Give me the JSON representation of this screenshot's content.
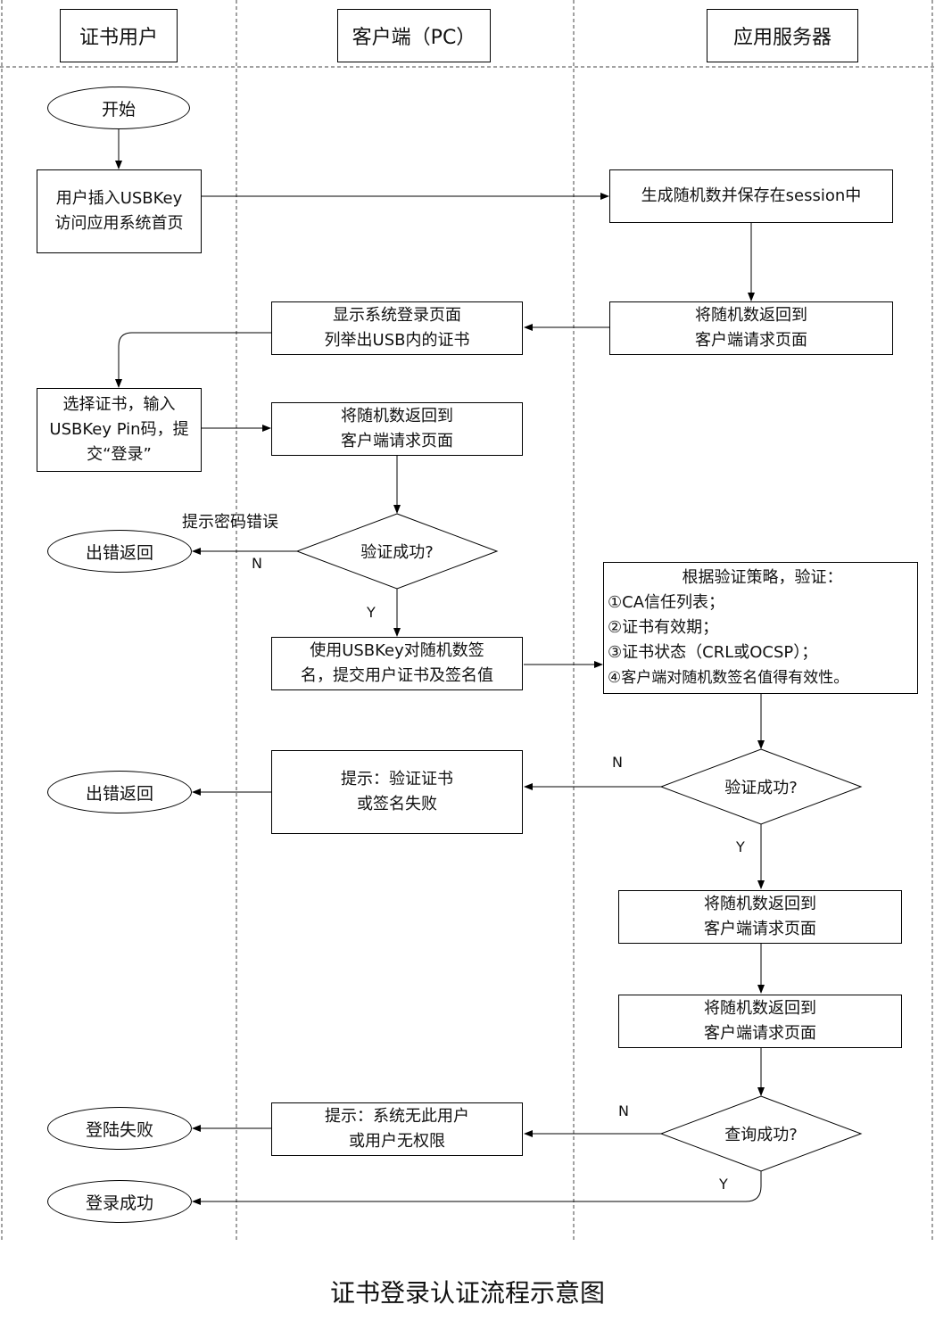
{
  "lanes": [
    "证书用户",
    "客户端（PC）",
    "应用服务器"
  ],
  "nodes": {
    "start": "开始",
    "insert_key": [
      "用户插入USBKey",
      "访问应用系统首页"
    ],
    "gen_random": "生成随机数并保存在session中",
    "return_random_1": [
      "将随机数返回到",
      "客户端请求页面"
    ],
    "show_login": [
      "显示系统登录页面",
      "列举出USB内的证书"
    ],
    "select_cert": [
      "选择证书，输入",
      "USBKey Pin码，提",
      "交“登录”"
    ],
    "return_random_2": [
      "将随机数返回到",
      "客户端请求页面"
    ],
    "decision_1": "验证成功?",
    "error_return_1": "出错返回",
    "sign": [
      "使用USBKey对随机数签",
      "名，提交用户证书及签名值"
    ],
    "verify_policy": [
      "根据验证策略，验证：",
      "①CA信任列表；",
      "②证书有效期；",
      "③证书状态（CRL或OCSP）；",
      "④客户端对随机数签名值得有效性。"
    ],
    "decision_2": "验证成功?",
    "tip_verify_fail": [
      "提示：验证证书",
      "或签名失败"
    ],
    "error_return_2": "出错返回",
    "return_random_3": [
      "将随机数返回到",
      "客户端请求页面"
    ],
    "return_random_4": [
      "将随机数返回到",
      "客户端请求页面"
    ],
    "decision_3": "查询成功?",
    "tip_no_user": [
      "提示：系统无此用户",
      "或用户无权限"
    ],
    "login_fail": "登陆失败",
    "login_success": "登录成功"
  },
  "edge_labels": {
    "wrong_password": "提示密码错误",
    "n1": "N",
    "y1": "Y",
    "n2": "N",
    "y2": "Y",
    "n3": "N",
    "y3": "Y"
  },
  "caption": "证书登录认证流程示意图"
}
